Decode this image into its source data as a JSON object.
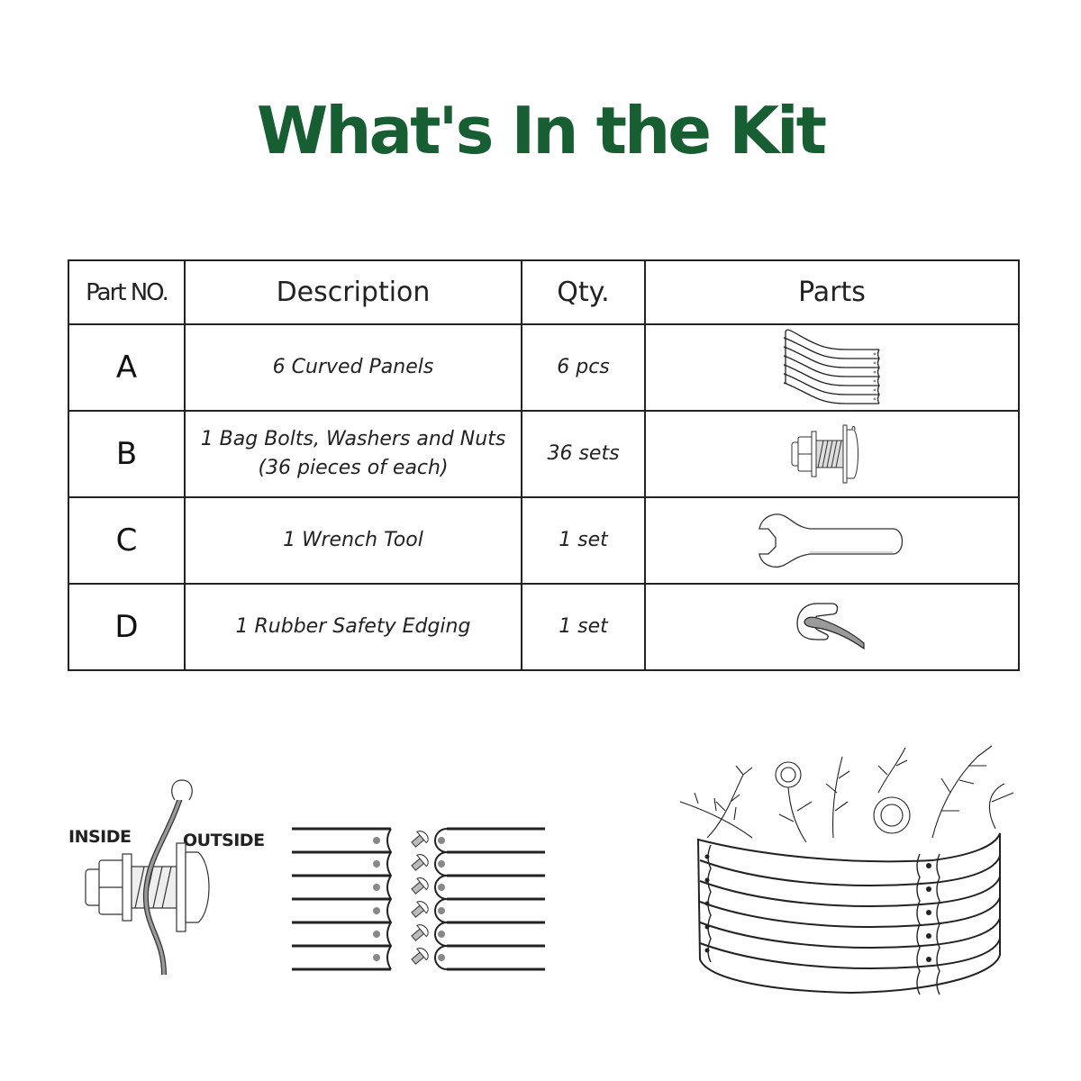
{
  "title": "What's In the Kit",
  "colors": {
    "title": "#175e32",
    "lines": "#222222",
    "rubber": "#9a9a9a"
  },
  "table": {
    "headers": [
      "Part NO.",
      "Description",
      "Qty.",
      "Parts"
    ],
    "rows": [
      {
        "part_no": "A",
        "description": [
          "6 Curved  Panels"
        ],
        "qty": "6 pcs",
        "icon": "curved-panels-icon"
      },
      {
        "part_no": "B",
        "description": [
          "1 Bag Bolts, Washers and Nuts",
          "(36 pieces of each)"
        ],
        "qty": "36 sets",
        "icon": "bolt-washer-nut-icon"
      },
      {
        "part_no": "C",
        "description": [
          "1 Wrench Tool"
        ],
        "qty": "1 set",
        "icon": "wrench-icon"
      },
      {
        "part_no": "D",
        "description": [
          "1 Rubber Safety Edging"
        ],
        "qty": "1 set",
        "icon": "rubber-edging-icon"
      }
    ]
  },
  "illustrations": {
    "edging_diagram": {
      "inside_label": "INSIDE",
      "outside_label": "OUTSIDE"
    },
    "panel_assembly": {
      "rows": 6
    },
    "garden_bed": {
      "description": "assembled round raised garden bed with plants"
    }
  }
}
